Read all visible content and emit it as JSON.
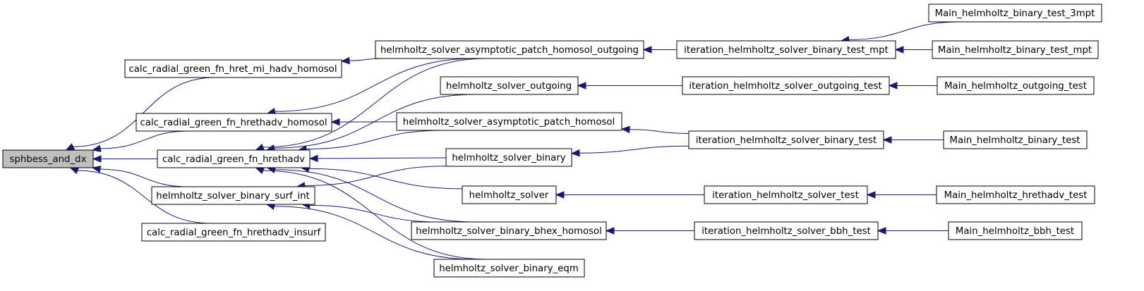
{
  "graph": {
    "edge_color": "#191970",
    "root_fill": "#bfbfbf",
    "nodes": {
      "root": "sphbess_and_dx",
      "n1": "calc_radial_green_fn_hret_mi_hadv_homosol",
      "n2": "calc_radial_green_fn_hrethadv_homosol",
      "n3": "calc_radial_green_fn_hrethadv",
      "n4": "helmholtz_solver_binary_surf_int",
      "n5": "calc_radial_green_fn_hrethadv_insurf",
      "a1": "helmholtz_solver_asymptotic_patch_homosol_outgoing",
      "a2": "helmholtz_solver_outgoing",
      "a3": "helmholtz_solver_asymptotic_patch_homosol",
      "a4": "helmholtz_solver_binary",
      "a5": "helmholtz_solver",
      "a6": "helmholtz_solver_binary_bhex_homosol",
      "a7": "helmholtz_solver_binary_eqm",
      "b1": "iteration_helmholtz_solver_binary_test_mpt",
      "b2": "iteration_helmholtz_solver_outgoing_test",
      "b3": "iteration_helmholtz_solver_binary_test",
      "b4": "iteration_helmholtz_solver_test",
      "b5": "iteration_helmholtz_solver_bbh_test",
      "c1": "Main_helmholtz_binary_test_3mpt",
      "c2": "Main_helmholtz_binary_test_mpt",
      "c3": "Main_helmholtz_outgoing_test",
      "c4": "Main_helmholtz_binary_test",
      "c5": "Main_helmholtz_hrethadv_test",
      "c6": "Main_helmholtz_bbh_test"
    },
    "edges": [
      [
        "n1",
        "root"
      ],
      [
        "n2",
        "root"
      ],
      [
        "n3",
        "root"
      ],
      [
        "n4",
        "root"
      ],
      [
        "n5",
        "root"
      ],
      [
        "a1",
        "n1"
      ],
      [
        "a1",
        "n2"
      ],
      [
        "a3",
        "n2"
      ],
      [
        "a1",
        "n3"
      ],
      [
        "a2",
        "n3"
      ],
      [
        "a3",
        "n3"
      ],
      [
        "a4",
        "n3"
      ],
      [
        "a5",
        "n3"
      ],
      [
        "a6",
        "n3"
      ],
      [
        "a7",
        "n3"
      ],
      [
        "a4",
        "n4"
      ],
      [
        "a6",
        "n4"
      ],
      [
        "a7",
        "n4"
      ],
      [
        "b1",
        "a1"
      ],
      [
        "b2",
        "a2"
      ],
      [
        "b3",
        "a3"
      ],
      [
        "b3",
        "a4"
      ],
      [
        "b4",
        "a5"
      ],
      [
        "b5",
        "a6"
      ],
      [
        "c1",
        "b1"
      ],
      [
        "c2",
        "b1"
      ],
      [
        "c3",
        "b2"
      ],
      [
        "c4",
        "b3"
      ],
      [
        "c5",
        "b4"
      ],
      [
        "c6",
        "b5"
      ]
    ]
  }
}
